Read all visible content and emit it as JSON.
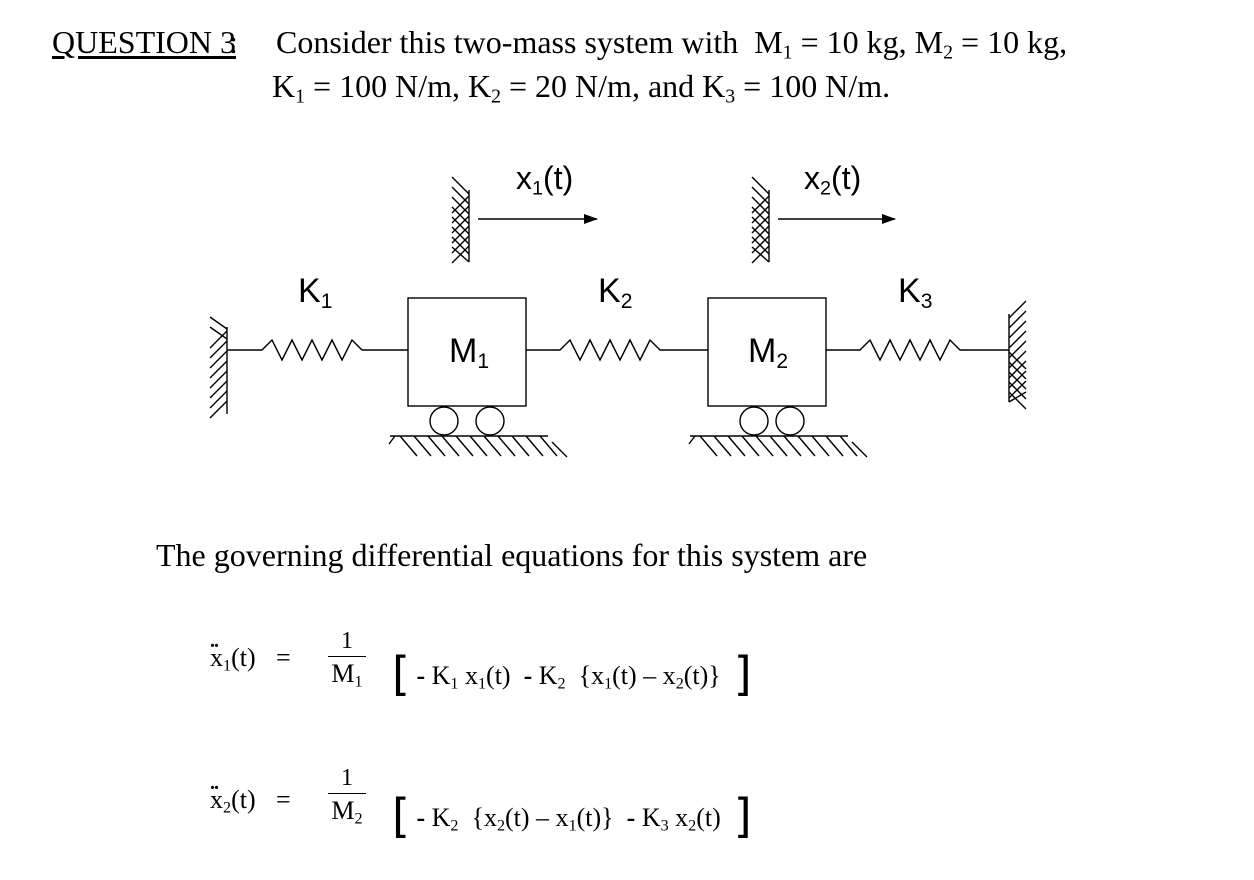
{
  "question": {
    "label": "QUESTION 3",
    "colon": ":",
    "line1_prefix": "Consider this two-mass system with",
    "line1_values": "M1 = 10 kg, M2 = 10 kg,",
    "line2_values": "K1 = 100 N/m, K2 = 20 N/m, and K3 = 100 N/m.",
    "M1": "10 kg",
    "M2": "10 kg",
    "K1": "100 N/m",
    "K2": "20 N/m",
    "K3": "100 N/m"
  },
  "diagram": {
    "x1_label": "x1(t)",
    "x2_label": "x2(t)",
    "K1_label": "K1",
    "K2_label": "K2",
    "K3_label": "K3",
    "M1_label": "M1",
    "M2_label": "M2"
  },
  "governing_text": "The governing differential equations for this system are",
  "equations": {
    "eq1": {
      "lhs": "x1(t)",
      "equals": "=",
      "frac_num": "1",
      "frac_den": "M1",
      "rhs": "[ - K1 x1(t) - K2 {x1(t) – x2(t)} ]"
    },
    "eq2": {
      "lhs": "x2(t)",
      "equals": "=",
      "frac_num": "1",
      "frac_den": "M2",
      "rhs": "[ - K2 {x2(t) – x1(t)} - K3 x2(t) ]"
    }
  }
}
